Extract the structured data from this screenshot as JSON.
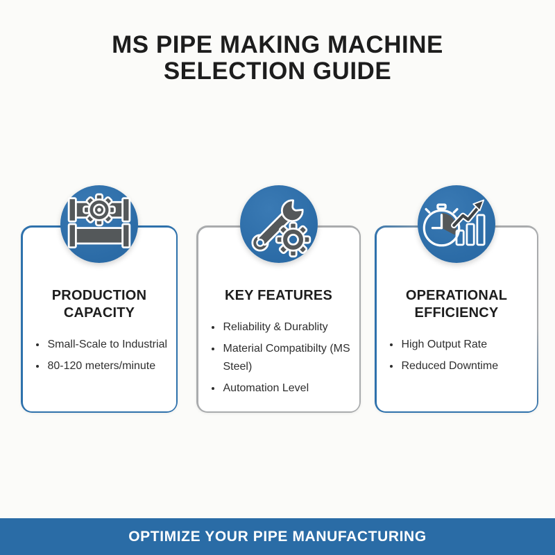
{
  "title": {
    "line1": "MS PIPE MAKING MACHINE",
    "line2": "SELECTION GUIDE"
  },
  "cards": [
    {
      "id": "production-capacity",
      "icon": "pipes-gear-icon",
      "heading": "PRODUCTION CAPACITY",
      "bullets": [
        "Small-Scale to Industrial",
        "80-120 meters/minute"
      ]
    },
    {
      "id": "key-features",
      "icon": "wrench-gear-icon",
      "heading": "KEY FEATURES",
      "bullets": [
        "Reliability & Durablity",
        "Material Compatibilty (MS Steel)",
        "Automation Level"
      ]
    },
    {
      "id": "operational-efficiency",
      "icon": "stopwatch-growth-chart-icon",
      "heading": "OPERATIONAL EFFICIENCY",
      "bullets": [
        "High Output Rate",
        "Reduced Downtime"
      ]
    }
  ],
  "banner": {
    "text": "OPTIMIZE YOUR PIPE MANUFACTURING"
  },
  "colors": {
    "accent-blue": "#2a6ca6",
    "border-blue": "#2e71ac",
    "border-gray": "#a9abad",
    "icon-gray": "#54585a",
    "title-text": "#1d1d1d",
    "body-text": "#2e2e2e",
    "card-bg": "#ffffff",
    "page-bg": "#fbfbf9",
    "banner-text": "#ffffff",
    "circle-blue": "#2b6ba6",
    "circle-blue-light": "#3a7ab4"
  }
}
